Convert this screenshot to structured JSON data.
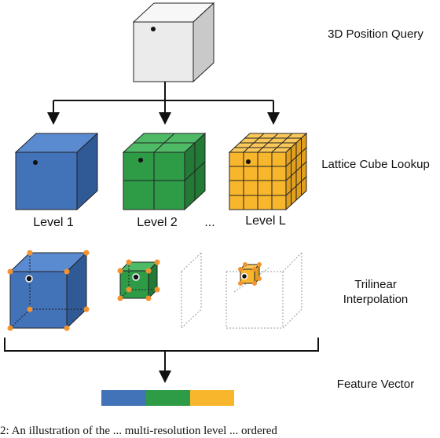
{
  "labels": {
    "query": "3D Position Query",
    "lookup": "Lattice Cube Lookup",
    "interp": "Trilinear Interpolation",
    "feature": "Feature Vector"
  },
  "levels": [
    "Level 1",
    "Level 2",
    "Level L"
  ],
  "ellipsis": "...",
  "caption": "2: An illustration of the ... multi-resolution level ... ordered",
  "colors": {
    "query_cube": "#ebebeb",
    "level1": "#4272b8",
    "level2": "#2e9b47",
    "levelL": "#f8b62d",
    "corner_point": "#f29330",
    "query_point": "#111111"
  },
  "feature_vector_segments": [
    "level1",
    "level2",
    "levelL"
  ]
}
